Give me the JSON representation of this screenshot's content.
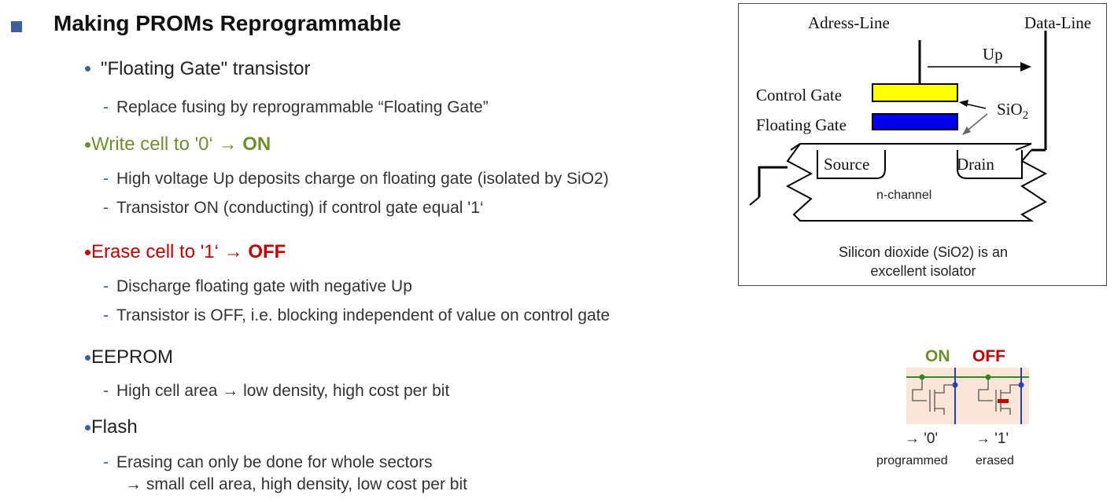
{
  "heading": "Making PROMs Reprogrammable",
  "items": [
    {
      "text": "\"Floating Gate\" transistor",
      "subs": [
        "Replace fusing by reprogrammable “Floating Gate”"
      ]
    },
    {
      "text_pre": "Write cell to '0‘ ",
      "arrow": "→",
      "text_bold": "ON",
      "subs": [
        "High voltage Up deposits charge on floating gate (isolated by SiO2)",
        "Transistor ON (conducting) if control gate equal '1‘"
      ]
    },
    {
      "text_pre": "Erase cell to '1‘ ",
      "arrow": "→",
      "text_bold": "OFF",
      "subs": [
        "Discharge floating gate with negative Up",
        "Transistor is OFF, i.e. blocking independent of value on control gate"
      ]
    },
    {
      "text": "EEPROM",
      "subs": [
        "High cell area → low density, high cost per bit"
      ]
    },
    {
      "text": "Flash",
      "subs": [
        "Erasing can only be done for whole sectors",
        "→ small cell area, high density, low cost per bit"
      ]
    }
  ],
  "diagram": {
    "address_line": "Adress-Line",
    "data_line": "Data-Line",
    "up": "Up",
    "control_gate": "Control Gate",
    "floating_gate": "Floating Gate",
    "sio2": "SiO",
    "sio2_sub": "2",
    "source": "Source",
    "drain": "Drain",
    "channel": "n-channel",
    "caption_1": "Silicon dioxide (SiO2) is an",
    "caption_2": "excellent isolator",
    "control_color": "#ffff00",
    "floating_color": "#0000ee"
  },
  "cells": {
    "on": "ON",
    "off": "OFF",
    "on_value": "→ '0'",
    "off_value": "→ '1'",
    "on_label": "programmed",
    "off_label": "erased",
    "on_color": "#6f8f2f",
    "off_color": "#c40000"
  }
}
